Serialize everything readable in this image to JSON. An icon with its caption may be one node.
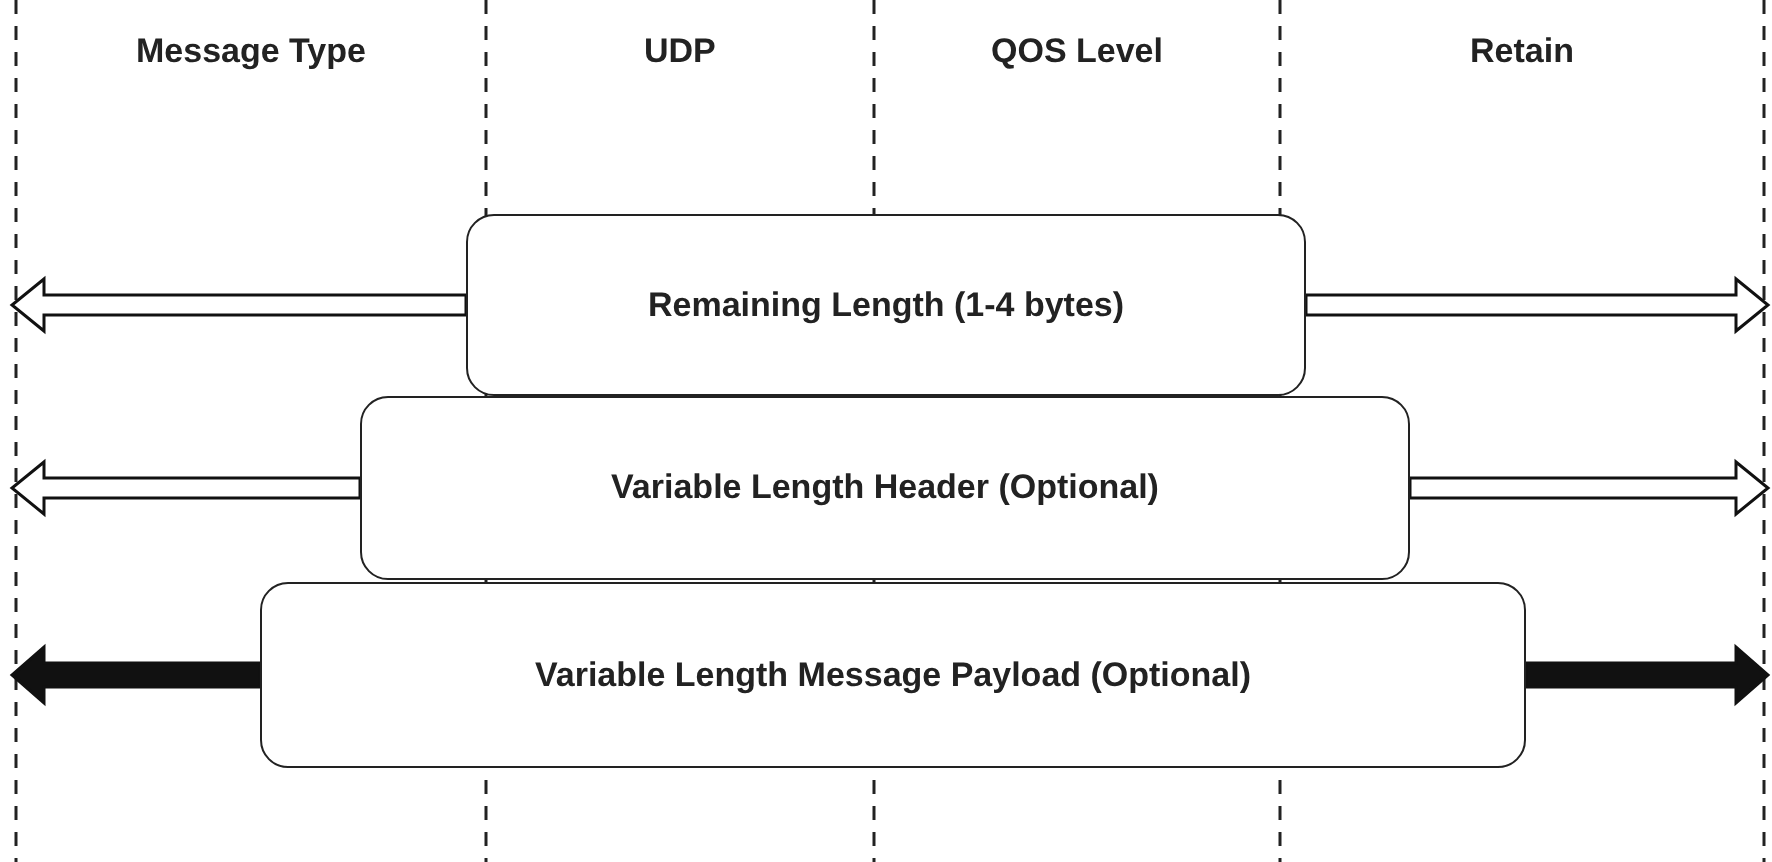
{
  "diagram": {
    "nodes": [
      {
        "text": [
          "Remaining Length (1-4 bytes)"
        ]
      },
      {
        "text": [
          "Variable Length Header (Optional)"
        ]
      },
      {
        "text": [
          "Variable Length Message Payload (Optional)"
        ]
      }
    ],
    "edges": [
      {
        "from": 0,
        "to": null,
        "arrow": "to"
      },
      {
        "from": 0,
        "to": null,
        "arrow": "to"
      },
      {
        "from": 1,
        "to": null,
        "arrow": "to"
      },
      {
        "from": 1,
        "to": null,
        "arrow": "to"
      },
      {
        "from": 2,
        "to": null,
        "arrow": "to",
        "style": "thick"
      },
      {
        "from": 2,
        "to": null,
        "arrow": "to",
        "style": "thick"
      }
    ],
    "labels": [
      "Message Type",
      "UDP",
      "QOS Level",
      "Retain"
    ]
  }
}
